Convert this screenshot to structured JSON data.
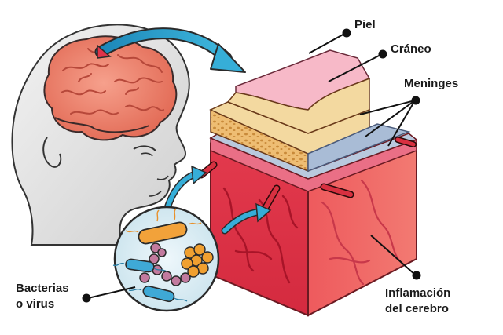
{
  "labels": {
    "skin": "Piel",
    "skull": "Cráneo",
    "meninges": "Meninges",
    "pathogens": [
      "Bacterias",
      "o virus"
    ],
    "inflammation": [
      "Inflamación",
      "del cerebro"
    ]
  },
  "colors": {
    "skin": "#f7b9c8",
    "skull": "#f3d9a0",
    "bone": "#e8b86a",
    "meninges": "#b9c9de",
    "brain_tissue": "#e8404f",
    "brain_dark": "#c81e35",
    "arrow": "#2a9fc6",
    "head": "#d9d9d9",
    "brain_pink": "#f0806e",
    "pointer": "#111111"
  },
  "icons": [
    "head-profile-icon",
    "brain-icon",
    "tissue-cross-section-icon",
    "microbe-magnifier-icon",
    "curved-arrow-icon"
  ]
}
